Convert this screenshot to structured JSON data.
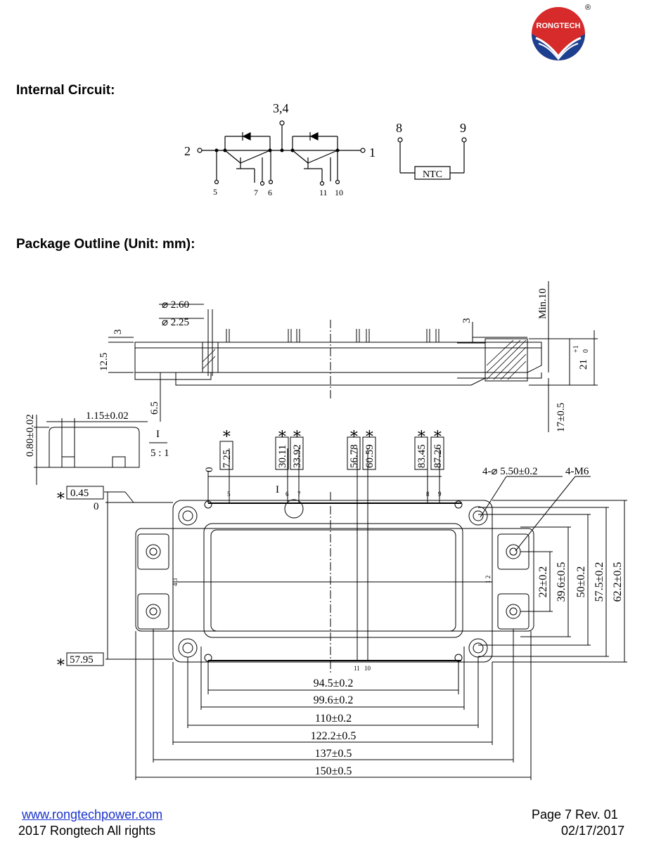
{
  "logo": {
    "text": "RONGTECH",
    "registered": "®"
  },
  "headings": {
    "internal_circuit": "Internal Circuit:",
    "package_outline": "Package Outline (Unit: mm):"
  },
  "circuit": {
    "pins": {
      "p1": "1",
      "p2": "2",
      "p34": "3,4",
      "p5": "5",
      "p6": "6",
      "p7": "7",
      "p8": "8",
      "p9": "9",
      "p10": "10",
      "p11": "11"
    },
    "ntc_label": "NTC"
  },
  "side_view": {
    "dia_260": "⌀ 2.60",
    "dia_225": "⌀ 2.25",
    "dim_3_left": "3",
    "dim_125": "12.5",
    "dim_65": "6.5",
    "dim_3_right": "3",
    "dim_min10": "Min.10",
    "dim_21": "21",
    "dim_21_tol_plus": "+1",
    "dim_21_tol_minus": "0",
    "dim_17": "17±0.5"
  },
  "detail": {
    "dim_080": "0.80±0.02",
    "dim_115": "1.15±0.02",
    "label_I": "I",
    "scale": "5 : 1"
  },
  "top_view": {
    "pin_dims": [
      "7.25",
      "30.11",
      "33.92",
      "56.78",
      "60.59",
      "83.45",
      "87.26"
    ],
    "star": "∗",
    "zero_x": "0",
    "zero_y": "0",
    "dim_045": "0.45",
    "dim_5795": "57.95",
    "pin_marks": {
      "m5": "5",
      "m6": "6",
      "m7": "7",
      "m8": "8",
      "m9": "9",
      "m10": "10",
      "m11": "11",
      "m12": "1 2",
      "m43": "4 3"
    },
    "detail_I": "I",
    "hole_note": "4-⌀ 5.50±0.2",
    "thread_note": "4-M6",
    "horizontal_dims": [
      "94.5±0.2",
      "99.6±0.2",
      "110±0.2",
      "122.2±0.5",
      "137±0.5",
      "150±0.5"
    ],
    "vertical_dims": [
      "22±0.2",
      "39.6±0.5",
      "50±0.2",
      "57.5±0.2",
      "62.2±0.5"
    ]
  },
  "footer": {
    "website": "www.rongtechpower.com",
    "copyright": "2017 Rongtech All rights",
    "page": "Page 7  Rev. 01",
    "date": "02/17/2017"
  }
}
